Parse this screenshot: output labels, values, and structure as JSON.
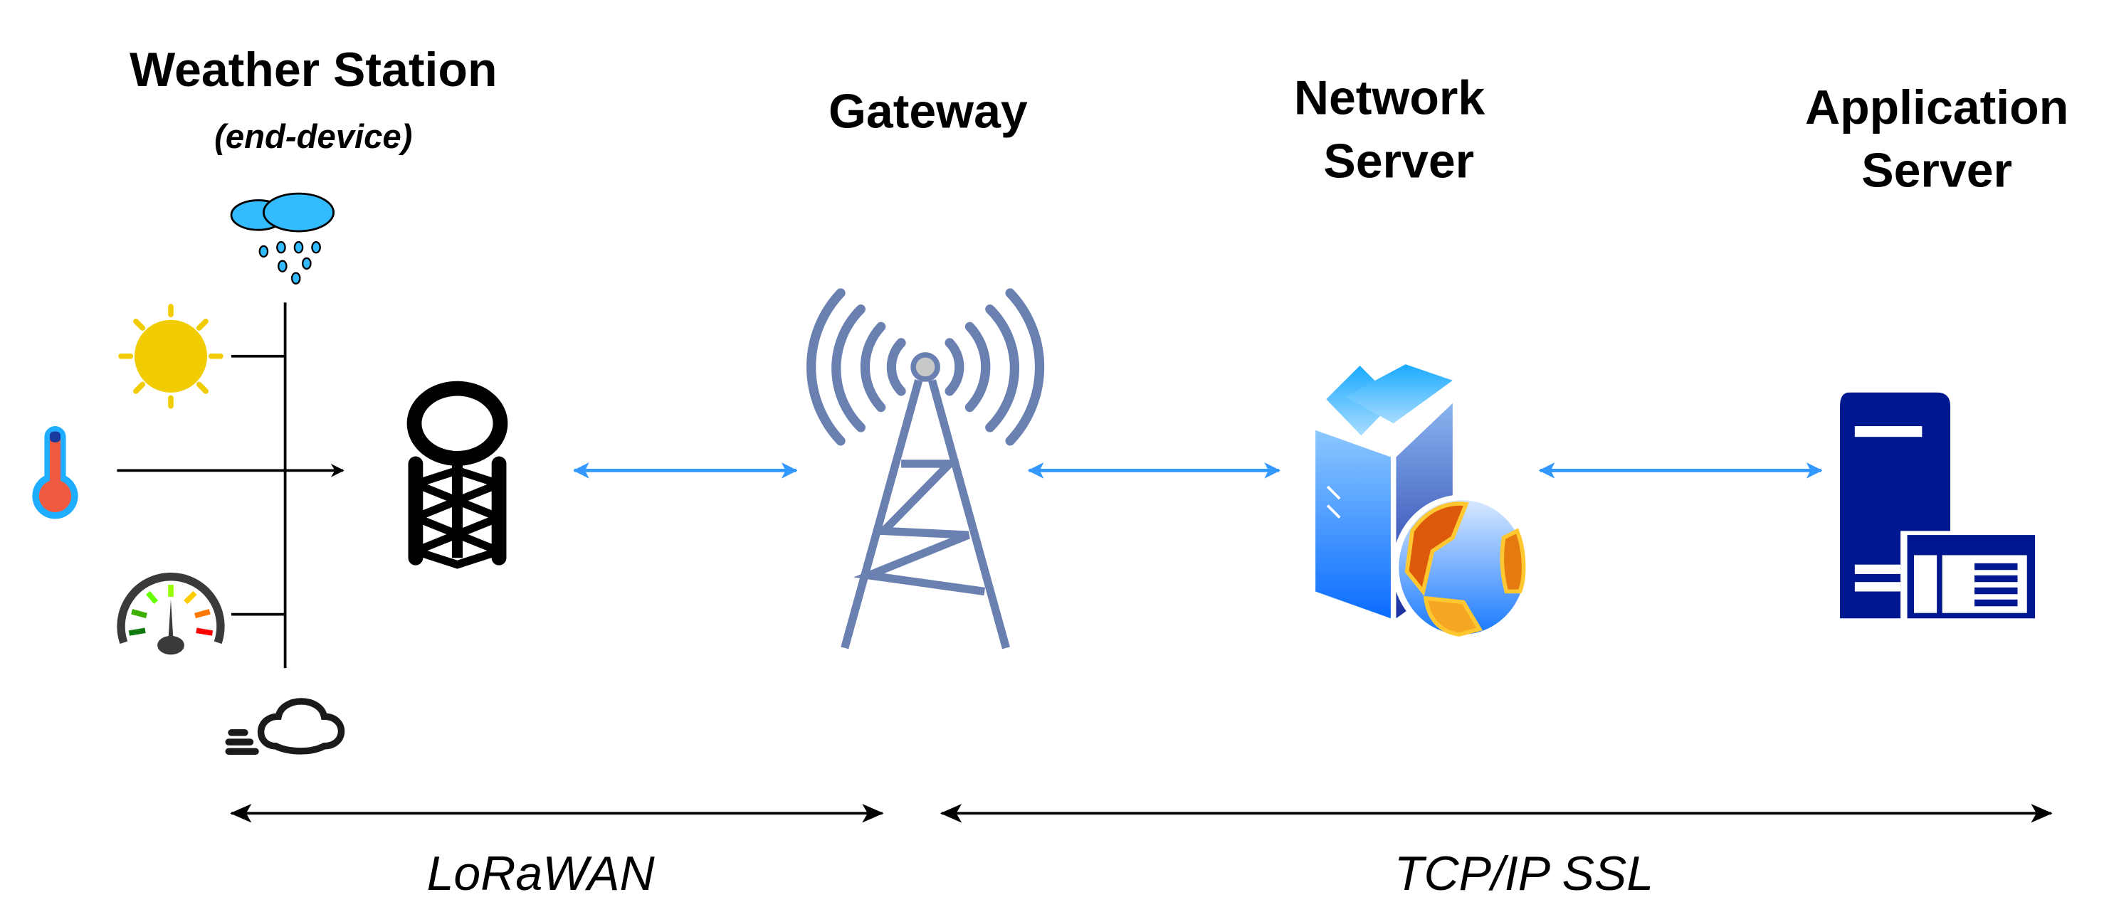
{
  "nodes": {
    "weather_station": {
      "title": "Weather Station",
      "subtitle": "(end-device)"
    },
    "gateway": {
      "title": "Gateway"
    },
    "network_server": {
      "title_line1": "Network",
      "title_line2": "Server"
    },
    "application_server": {
      "title_line1": "Application",
      "title_line2": "Server"
    }
  },
  "protocols": {
    "left": "LoRaWAN",
    "right": "TCP/IP SSL"
  },
  "colors": {
    "link_arrow": "#3399ff",
    "app_server": "#00188f",
    "sun": "#f0cc00",
    "rain_cloud": "#33bbff"
  },
  "icons": [
    "rain-cloud-icon",
    "sun-icon",
    "thermometer-icon",
    "gauge-icon",
    "wind-cloud-icon",
    "end-device-icon",
    "gateway-tower-icon",
    "network-server-icon",
    "globe-icon",
    "application-server-icon"
  ]
}
